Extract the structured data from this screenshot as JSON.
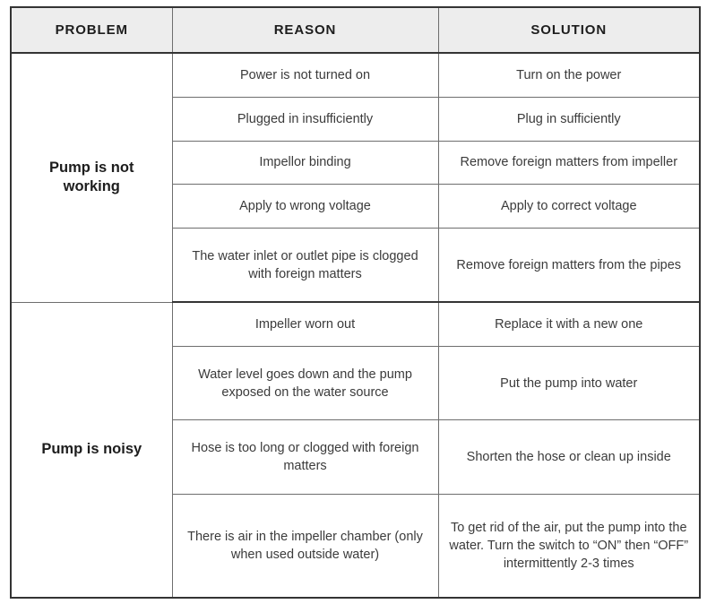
{
  "table": {
    "headers": {
      "problem": "PROBLEM",
      "reason": "REASON",
      "solution": "SOLUTION"
    },
    "groups": [
      {
        "problem": "Pump is not\nworking",
        "rows": [
          {
            "reason": "Power is not turned on",
            "solution": "Turn on the power"
          },
          {
            "reason": "Plugged in insufficiently",
            "solution": "Plug in sufficiently"
          },
          {
            "reason": "Impellor binding",
            "solution": "Remove foreign matters from impeller"
          },
          {
            "reason": "Apply to wrong voltage",
            "solution": "Apply to correct voltage"
          },
          {
            "reason": "The water inlet or outlet pipe is clogged with foreign matters",
            "solution": "Remove foreign matters from the pipes"
          }
        ]
      },
      {
        "problem": "Pump is noisy",
        "rows": [
          {
            "reason": "Impeller worn out",
            "solution": "Replace it with a new one"
          },
          {
            "reason": "Water level goes down and the pump exposed on the water source",
            "solution": "Put the pump into water"
          },
          {
            "reason": "Hose is too long or clogged with foreign matters",
            "solution": "Shorten the hose or clean up inside"
          },
          {
            "reason": "There is air in the impeller chamber (only when used outside water)",
            "solution": "To get rid of the air, put the pump into the water. Turn the switch to “ON” then “OFF” intermittently 2-3 times"
          }
        ]
      }
    ]
  },
  "colors": {
    "header_background": "#ededed",
    "outer_border": "#343434",
    "grid_line": "#6e6e6e",
    "header_text": "#1d1d1d",
    "body_text": "#3b3b3b"
  }
}
